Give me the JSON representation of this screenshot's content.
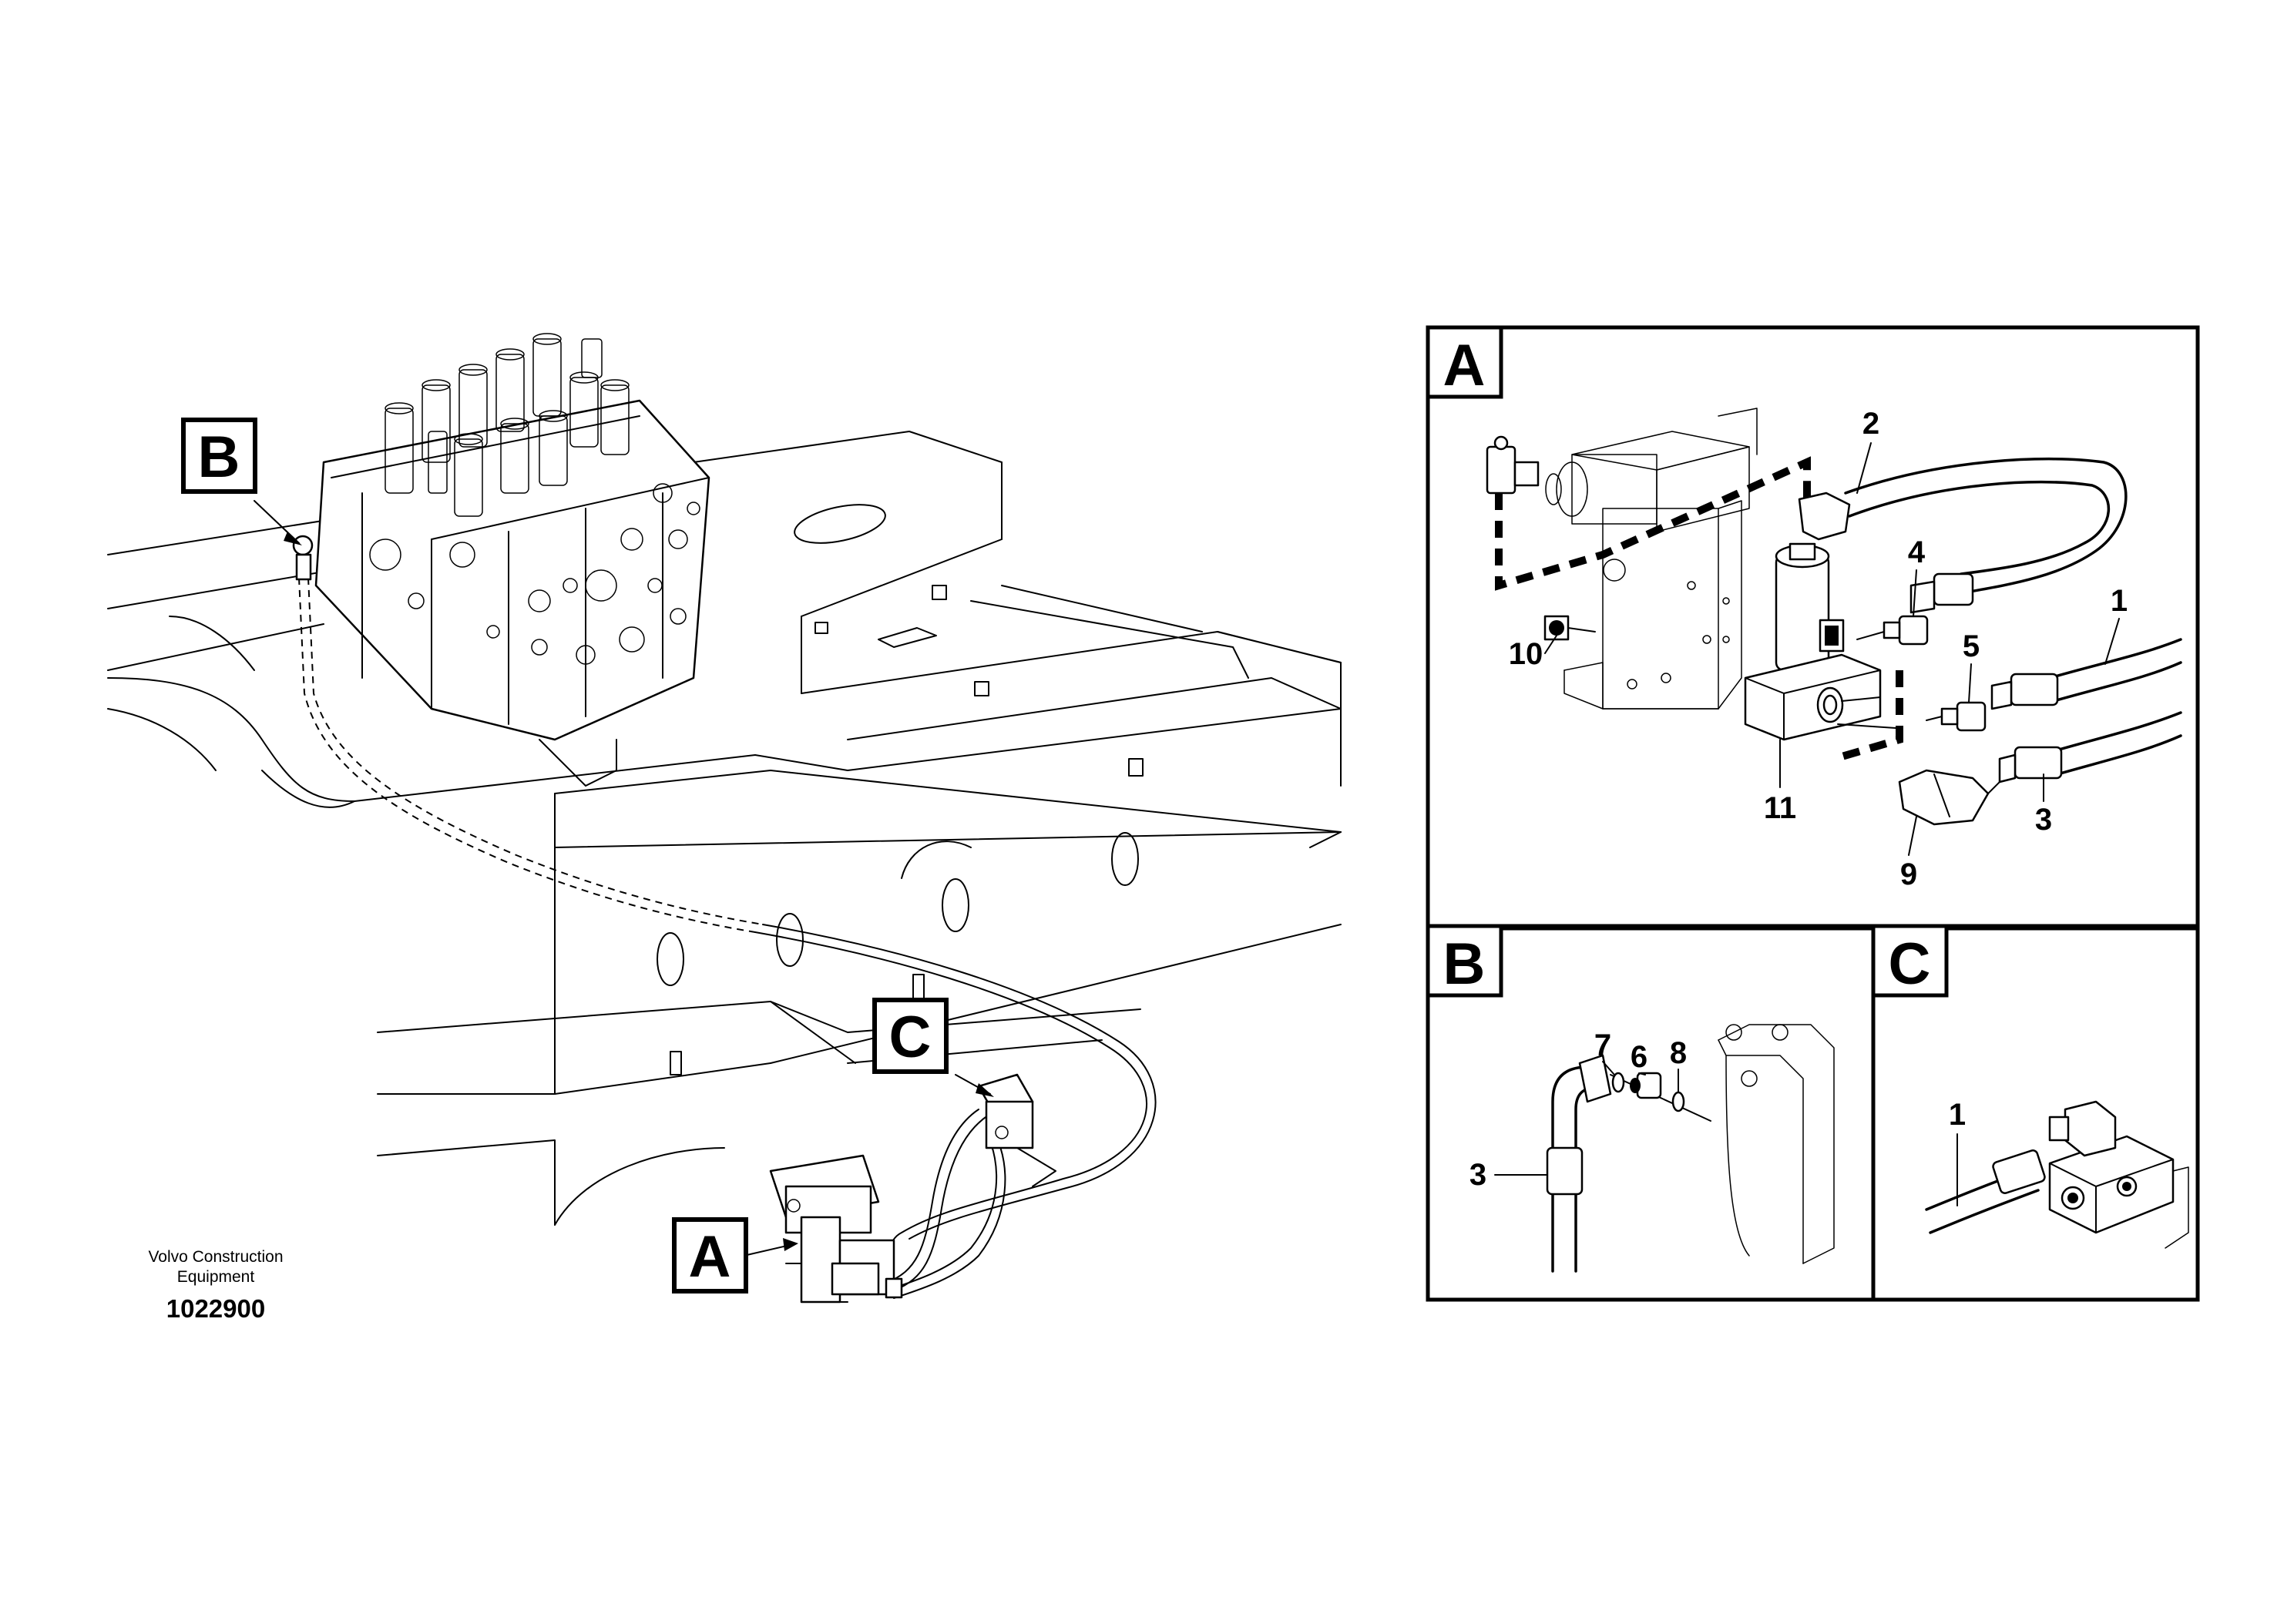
{
  "publisher": {
    "line1": "Volvo Construction",
    "line2": "Equipment"
  },
  "document_number": "1022900",
  "callouts": {
    "main": {
      "a": "A",
      "b": "B",
      "c": "C"
    },
    "detail_titles": {
      "a": "A",
      "b": "B",
      "c": "C"
    }
  },
  "detail_a_items": {
    "p1": "1",
    "p2": "2",
    "p3": "3",
    "p4": "4",
    "p5": "5",
    "p9": "9",
    "p10": "10",
    "p11": "11"
  },
  "detail_b_items": {
    "p3": "3",
    "p6": "6",
    "p7": "7",
    "p8": "8"
  },
  "detail_c_items": {
    "p1": "1"
  }
}
